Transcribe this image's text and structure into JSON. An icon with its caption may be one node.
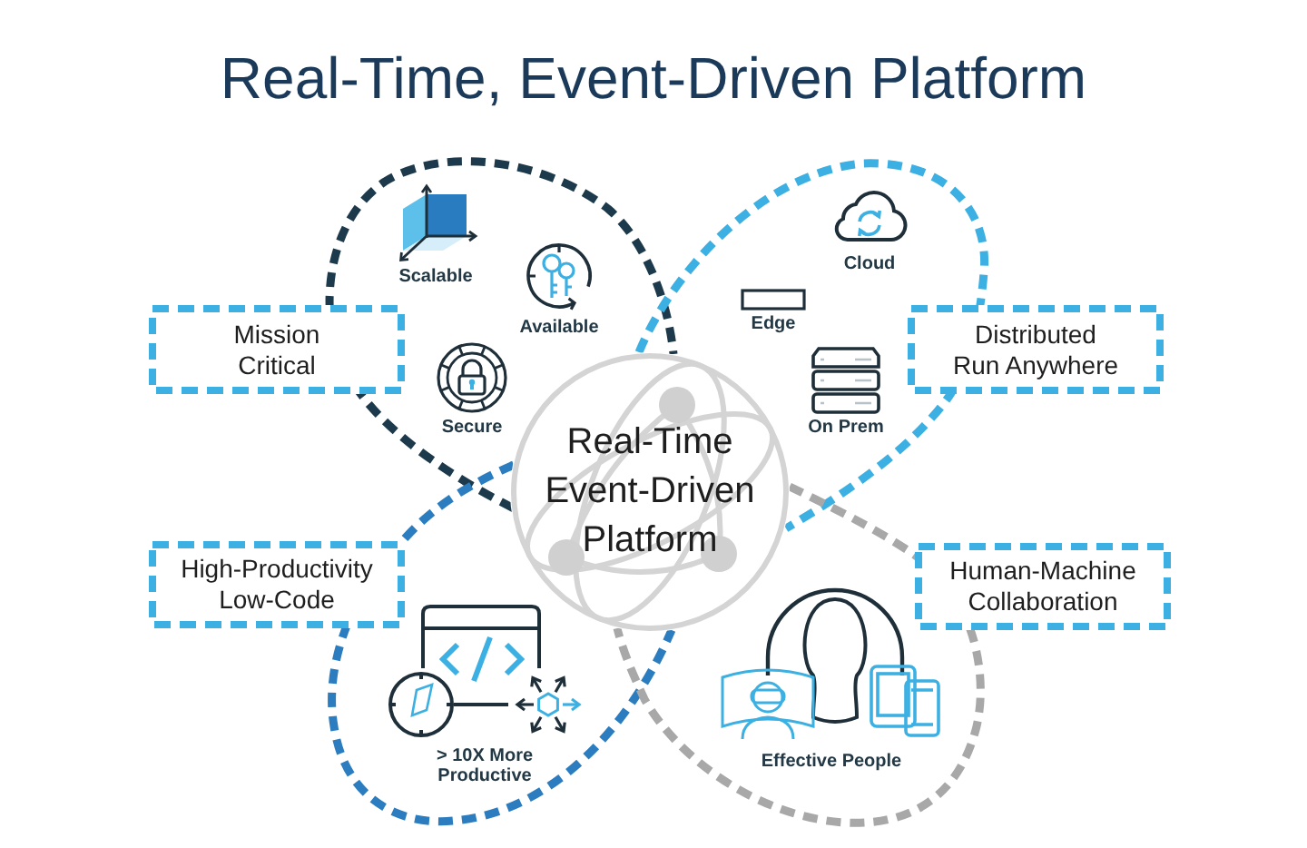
{
  "diagram": {
    "title": "Real-Time, Event-Driven Platform",
    "nodes": [
      {
        "text": [
          "Mission Critical"
        ]
      },
      {
        "text": [],
        "shape": "loop"
      },
      {
        "text": [
          "Scalable"
        ],
        "in": 1
      },
      {
        "text": [
          "Available"
        ],
        "in": 1
      },
      {
        "text": [
          "Secure"
        ],
        "in": 1
      },
      {
        "text": [],
        "shape": "loop"
      },
      {
        "text": [
          "Cloud"
        ],
        "in": 5
      },
      {
        "text": [
          "Edge"
        ],
        "in": 5
      },
      {
        "text": [
          "On Prem"
        ],
        "in": 5
      },
      {
        "text": [
          "Distributed Run Anywhere"
        ]
      },
      {
        "text": [
          "Real-Time Event-Driven Platform"
        ]
      },
      {
        "text": [
          "High-Productivity Low-Code"
        ]
      },
      {
        "text": [],
        "shape": "loop"
      },
      {
        "text": [
          "> 10X More Productive"
        ],
        "in": 12
      },
      {
        "text": [],
        "shape": "loop"
      },
      {
        "text": [
          "Effective People"
        ],
        "in": 14
      },
      {
        "text": [
          "Human-Machine Collaboration"
        ]
      }
    ]
  }
}
